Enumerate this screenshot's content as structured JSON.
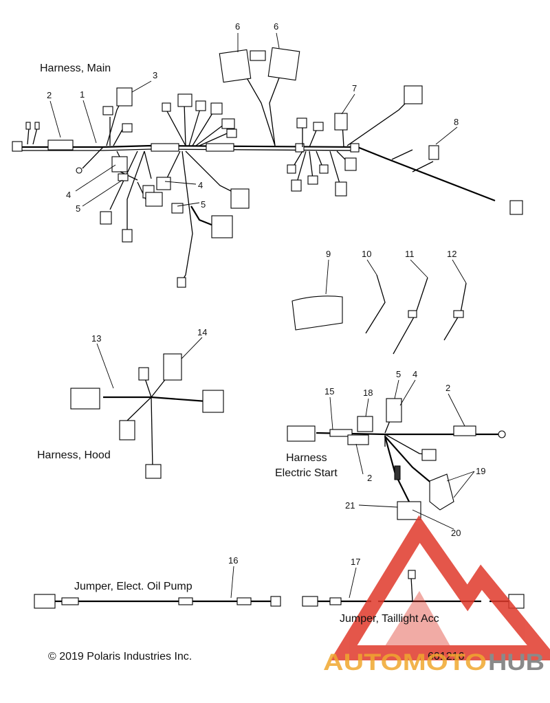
{
  "titles": {
    "main": "Harness, Main",
    "hood": "Harness, Hood",
    "electric_start_1": "Harness",
    "electric_start_2": "Electric Start",
    "oil_pump": "Jumper, Elect. Oil Pump",
    "taillight": "Jumper, Taillight Acc"
  },
  "callouts": {
    "c6a": "6",
    "c6b": "6",
    "c3": "3",
    "c2a": "2",
    "c1": "1",
    "c7": "7",
    "c8": "8",
    "c4a": "4",
    "c5a": "5",
    "c4b": "4",
    "c5b": "5",
    "c9": "9",
    "c10": "10",
    "c11": "11",
    "c12": "12",
    "c13": "13",
    "c14": "14",
    "c15": "15",
    "c18": "18",
    "c5c": "5",
    "c4c": "4",
    "c2b": "2",
    "c2c": "2",
    "c19": "19",
    "c21": "21",
    "c20": "20",
    "c16": "16",
    "c17": "17"
  },
  "footer": {
    "copyright": "© 2019 Polaris Industries Inc.",
    "drawing_number": "601216"
  },
  "watermark": {
    "text_left": "AUTOMOTO",
    "text_right": "HUB",
    "color_left": "#f0a72f",
    "color_right": "#8a8a8a",
    "triangle_color": "#e0392b"
  }
}
